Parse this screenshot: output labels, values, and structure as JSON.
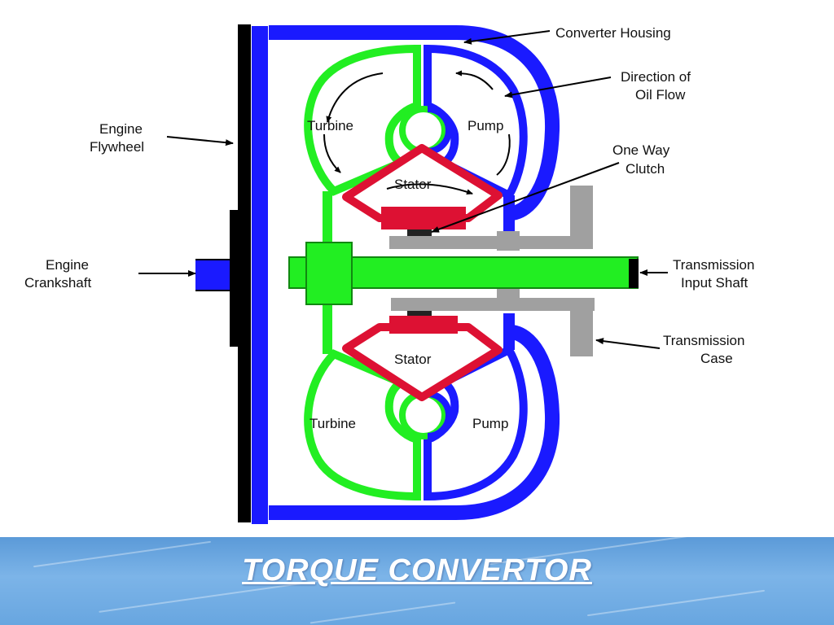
{
  "diagram": {
    "labels": {
      "converter_housing": "Converter Housing",
      "direction_oil_flow_line1": "Direction of",
      "direction_oil_flow_line2": "Oil Flow",
      "one_way_clutch_line1": "One Way",
      "one_way_clutch_line2": "Clutch",
      "engine_flywheel_line1": "Engine",
      "engine_flywheel_line2": "Flywheel",
      "engine_crankshaft_line1": "Engine",
      "engine_crankshaft_line2": "Crankshaft",
      "transmission_input_shaft_line1": "Transmission",
      "transmission_input_shaft_line2": "Input Shaft",
      "transmission_case_line1": "Transmission",
      "transmission_case_line2": "Case"
    },
    "parts": {
      "turbine_top": "Turbine",
      "pump_top": "Pump",
      "stator_top": "Stator",
      "stator_bottom": "Stator",
      "turbine_bottom": "Turbine",
      "pump_bottom": "Pump"
    },
    "colors": {
      "housing": "#1a1aff",
      "turbine": "#22ee22",
      "stator": "#dd1133",
      "case": "#a0a0a0",
      "flywheel": "#000000"
    }
  },
  "footer": {
    "title": "TORQUE CONVERTOR"
  }
}
